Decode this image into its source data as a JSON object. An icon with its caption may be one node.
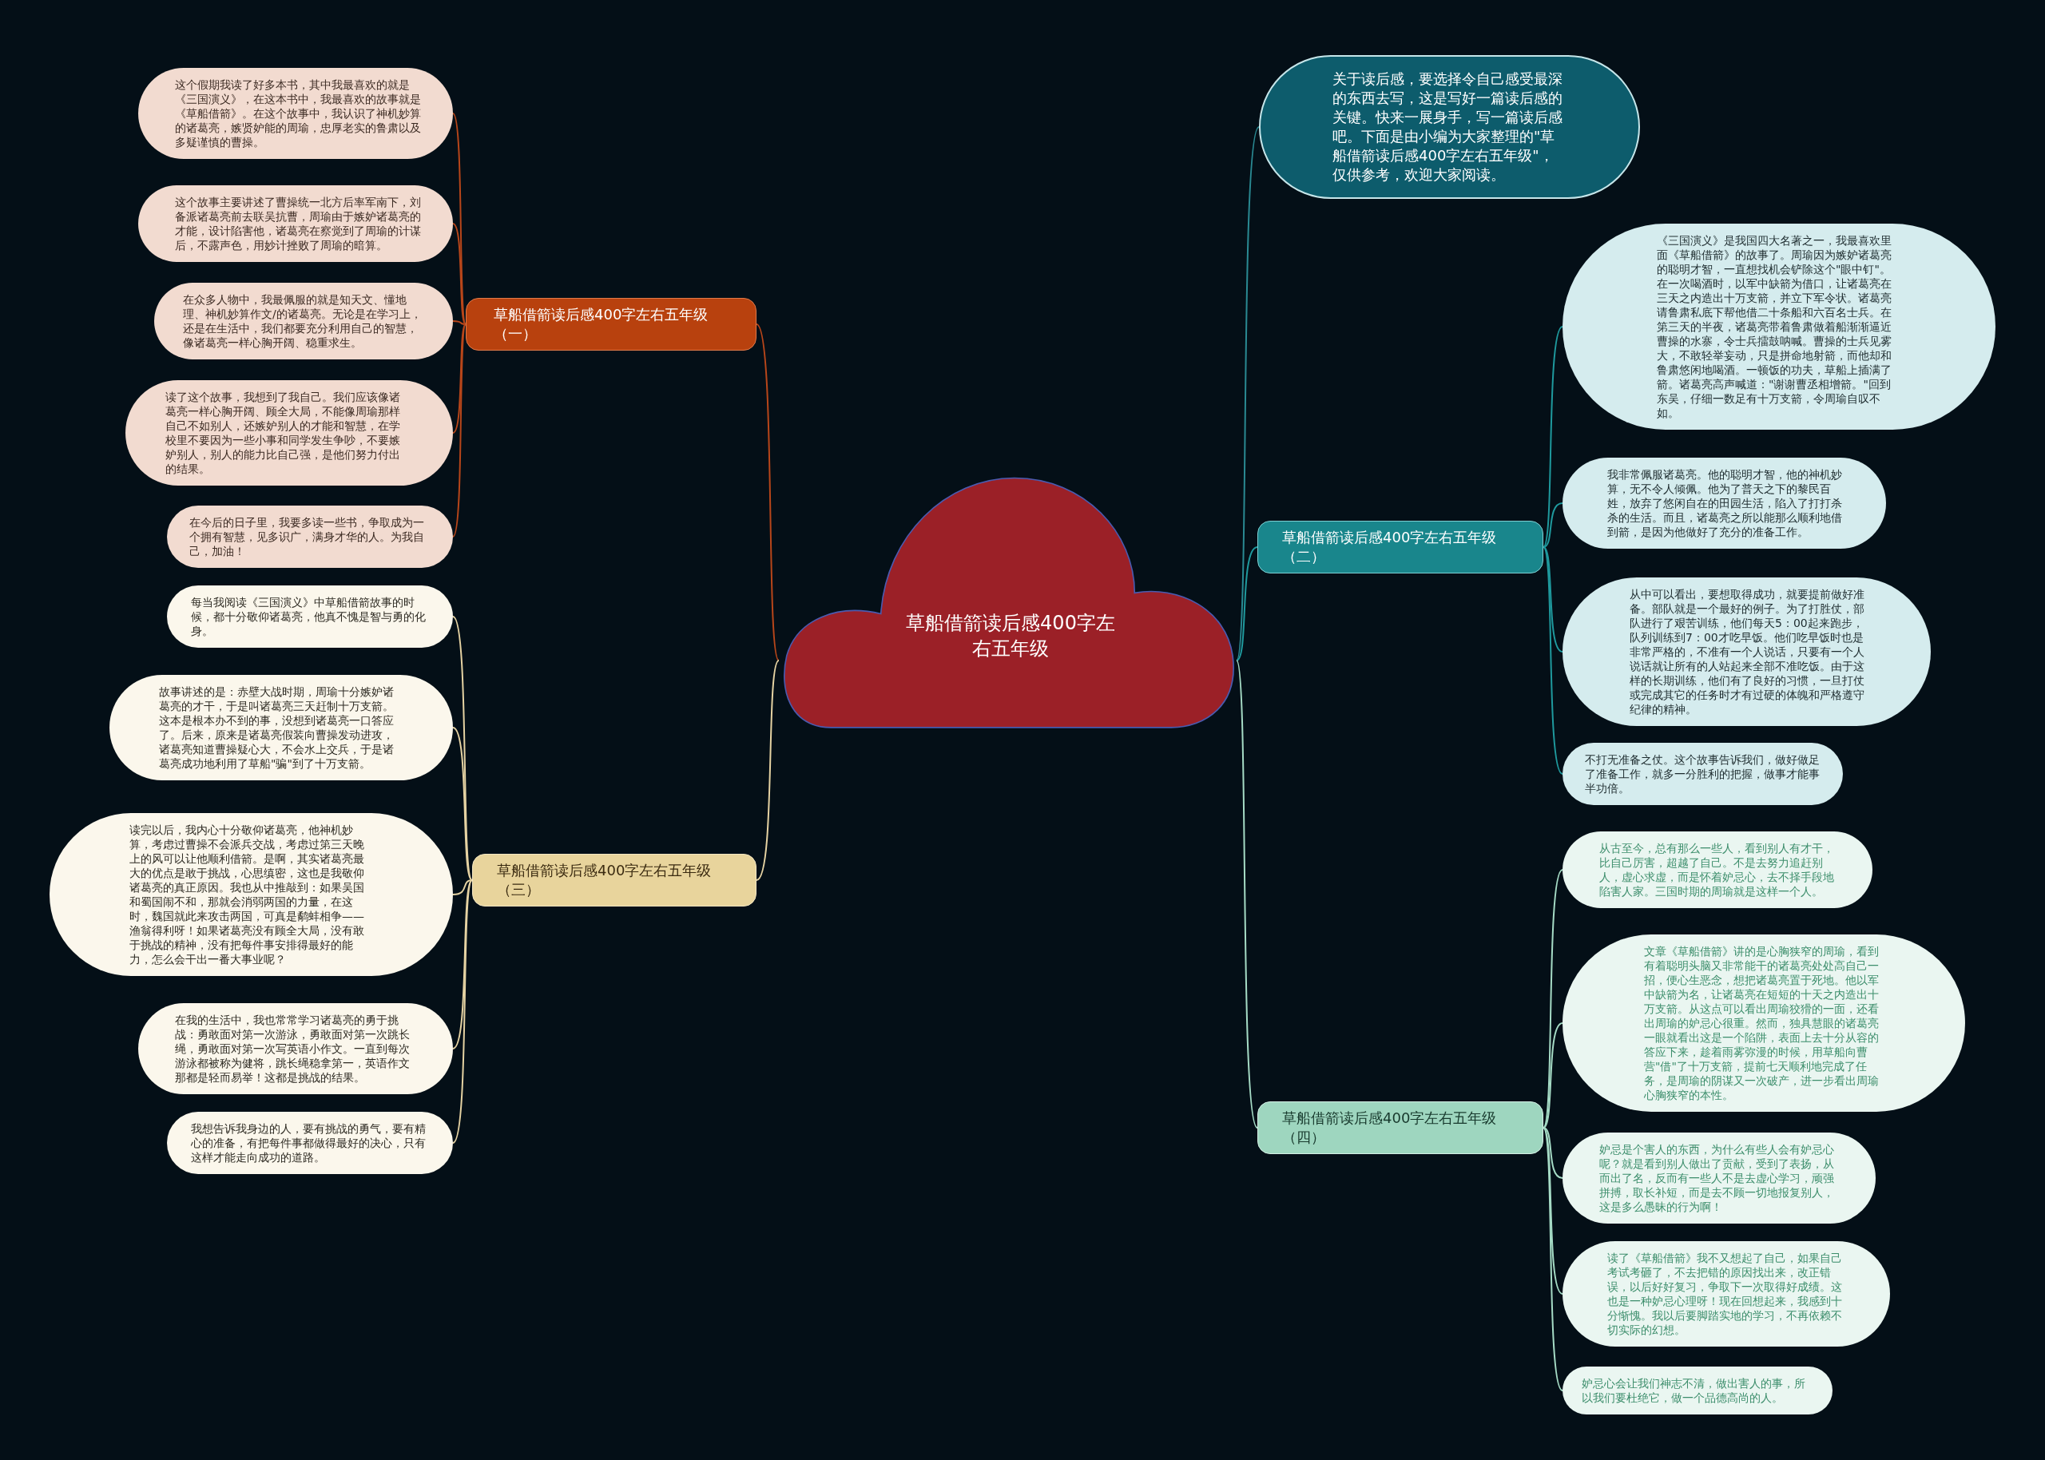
{
  "diagram": {
    "nodes": [
      {
        "text": [
          "草船借箭读后感400字左右五年级"
        ]
      },
      {
        "text": [
          "草船借箭读后感400字左右五年级（一）"
        ]
      },
      {
        "text": [
          "这个假期我读了好多本书，其中我最喜欢的就是《三国演义》，在这本书中，我最喜欢的故事就是《草船借箭》。在这个故事中，我认识了神机妙算的诸葛亮，嫉贤妒能的周瑜，忠厚老实的鲁肃以及多疑谨慎的曹操。"
        ]
      },
      {
        "text": [
          "这个故事主要讲述了曹操统一北方后率军南下，刘备派诸葛亮前去联吴抗曹，周瑜由于嫉妒诸葛亮的才能，设计陷害他，诸葛亮在察觉到了周瑜的计谋后，不露声色，用妙计挫败了周瑜的暗算。"
        ]
      },
      {
        "text": [
          "在众多人物中，我最佩服的就是知天文、懂地理、神机妙算作文/的诸葛亮。无论是在学习上，还是在生活中，我们都要充分利用自己的智慧，像诸葛亮一样心胸开阔、稳重求生。"
        ]
      },
      {
        "text": [
          "读了这个故事，我想到了我自己。我们应该像诸葛亮一样心胸开阔、顾全大局，不能像周瑜那样自己不如别人，还嫉妒别人的才能和智慧，在学校里不要因为一些小事和同学发生争吵，不要嫉妒别人，别人的能力比自己强，是他们努力付出的结果。"
        ]
      },
      {
        "text": [
          "在今后的日子里，我要多读一些书，争取成为一个拥有智慧，见多识广，满身才华的人。为我自己，加油！"
        ]
      },
      {
        "text": [
          "草船借箭读后感400字左右五年级（三）"
        ]
      },
      {
        "text": [
          "每当我阅读《三国演义》中草船借箭故事的时候，都十分敬仰诸葛亮，他真不愧是智与勇的化身。"
        ]
      },
      {
        "text": [
          "故事讲述的是：赤壁大战时期，周瑜十分嫉妒诸葛亮的才干，于是叫诸葛亮三天赶制十万支箭。这本是根本办不到的事，没想到诸葛亮一口答应了。后来，原来是诸葛亮假装向曹操发动进攻，诸葛亮知道曹操疑心大，不会水上交兵，于是诸葛亮成功地利用了草船\"骗\"到了十万支箭。"
        ]
      },
      {
        "text": [
          "读完以后，我内心十分敬仰诸葛亮，他神机妙算，考虑过曹操不会派兵交战，考虑过第三天晚上的风可以让他顺利借箭。是啊，其实诸葛亮最大的优点是敢于挑战，心思缜密，这也是我敬仰诸葛亮的真正原因。我也从中推敲到：如果吴国和蜀国闹不和，那就会消弱两国的力量，在这时，魏国就此来攻击两国，可真是鹬蚌相争——渔翁得利呀！如果诸葛亮没有顾全大局，没有敢于挑战的精神，没有把每件事安排得最好的能力，怎么会干出一番大事业呢？"
        ]
      },
      {
        "text": [
          "在我的生活中，我也常常学习诸葛亮的勇于挑战：勇敢面对第一次游泳，勇敢面对第一次跳长绳，勇敢面对第一次写英语小作文。一直到每次游泳都被称为健将，跳长绳稳拿第一，英语作文那都是轻而易举！这都是挑战的结果。"
        ]
      },
      {
        "text": [
          "我想告诉我身边的人，要有挑战的勇气，要有精心的准备，有把每件事都做得最好的决心，只有这样才能走向成功的道路。"
        ]
      },
      {
        "text": [
          "关于读后感，要选择令自己感受最深的东西去写，这是写好一篇读后感的关键。快来一展身手，写一篇读后感吧。下面是由小编为大家整理的\"草船借箭读后感400字左右五年级\"，仅供参考，欢迎大家阅读。"
        ]
      },
      {
        "text": [
          "草船借箭读后感400字左右五年级（二）"
        ]
      },
      {
        "text": [
          "《三国演义》是我国四大名著之一，我最喜欢里面《草船借箭》的故事了。周瑜因为嫉妒诸葛亮的聪明才智，一直想找机会铲除这个\"眼中钉\"。在一次喝酒时，以军中缺箭为借口，让诸葛亮在三天之内造出十万支箭，并立下军令状。诸葛亮请鲁肃私底下帮他借二十条船和六百名士兵。在第三天的半夜，诸葛亮带着鲁肃做着船渐渐逼近曹操的水寨，令士兵擂鼓呐喊。曹操的士兵见雾大，不敢轻举妄动，只是拼命地射箭，而他却和鲁肃悠闲地喝酒。一顿饭的功夫，草船上插满了箭。诸葛亮高声喊道：\"谢谢曹丞相增箭。\"回到东吴，仔细一数足有十万支箭，令周瑜自叹不如。"
        ]
      },
      {
        "text": [
          "我非常佩服诸葛亮。他的聪明才智，他的神机妙算，无不令人倾佩。他为了普天之下的黎民百姓，放弃了悠闲自在的田园生活，陷入了打打杀杀的生活。而且，诸葛亮之所以能那么顺利地借到箭，是因为他做好了充分的准备工作。"
        ]
      },
      {
        "text": [
          "从中可以看出，要想取得成功，就要提前做好准备。部队就是一个最好的例子。为了打胜仗，部队进行了艰苦训练，他们每天5：00起来跑步，队列训练到7：00才吃早饭。他们吃早饭时也是非常严格的，不准有一个人说话，只要有一个人说话就让所有的人站起来全部不准吃饭。由于这样的长期训练，他们有了良好的习惯，一旦打仗或完成其它的任务时才有过硬的体魄和严格遵守纪律的精神。"
        ]
      },
      {
        "text": [
          "不打无准备之仗。这个故事告诉我们，做好做足了准备工作，就多一分胜利的把握，做事才能事半功倍。"
        ]
      },
      {
        "text": [
          "草船借箭读后感400字左右五年级（四）"
        ]
      },
      {
        "text": [
          "从古至今，总有那么一些人，看到别人有才干，比自己厉害，超越了自己。不是去努力追赶别人，虚心求虚，而是怀着妒忌心，去不择手段地陷害人家。三国时期的周瑜就是这样一个人。"
        ]
      },
      {
        "text": [
          "文章《草船借箭》讲的是心胸狭窄的周瑜，看到有着聪明头脑又非常能干的诸葛亮处处高自己一招，便心生恶念，想把诸葛亮置于死地。他以军中缺箭为名，让诸葛亮在短短的十天之内造出十万支箭。从这点可以看出周瑜狡猾的一面，还看出周瑜的妒忌心很重。然而，独具慧眼的诸葛亮一眼就看出这是一个陷阱，表面上去十分从容的答应下来，趁着雨雾弥漫的时候，用草船向曹营\"借\"了十万支箭，提前七天顺利地完成了任务，是周瑜的阴谋又一次破产，进一步看出周瑜心胸狭窄的本性。"
        ]
      },
      {
        "text": [
          "妒忌是个害人的东西，为什么有些人会有妒忌心呢？就是看到别人做出了贡献，受到了表扬，从而出了名，反而有一些人不是去虚心学习，顽强拼搏，取长补短，而是去不顾一切地报复别人，这是多么愚昧的行为啊！"
        ]
      },
      {
        "text": [
          "读了《草船借箭》我不又想起了自己，如果自己考试考砸了，不去把错的原因找出来，改正错误，以后好好复习，争取下一次取得好成绩。这也是一种妒忌心理呀！现在回想起来，我感到十分惭愧。我以后要脚踏实地的学习，不再依赖不切实际的幻想。"
        ]
      },
      {
        "text": [
          "妒忌心会让我们神志不清，做出害人的事，所以我们要杜绝它，做一个品德高尚的人。"
        ]
      }
    ],
    "edges": [
      {
        "from": 0,
        "to": 1,
        "arrow": "none",
        "color": "#b8461a"
      },
      {
        "from": 1,
        "to": 2,
        "arrow": "none",
        "color": "#b8461a"
      },
      {
        "from": 1,
        "to": 3,
        "arrow": "none",
        "color": "#b8461a"
      },
      {
        "from": 1,
        "to": 4,
        "arrow": "none",
        "color": "#b8461a"
      },
      {
        "from": 1,
        "to": 5,
        "arrow": "none",
        "color": "#b8461a"
      },
      {
        "from": 1,
        "to": 6,
        "arrow": "none",
        "color": "#b8461a"
      },
      {
        "from": 0,
        "to": 7,
        "arrow": "none",
        "color": "#e6d3a3"
      },
      {
        "from": 7,
        "to": 8,
        "arrow": "none",
        "color": "#e6d3a3"
      },
      {
        "from": 7,
        "to": 9,
        "arrow": "none",
        "color": "#e6d3a3"
      },
      {
        "from": 7,
        "to": 10,
        "arrow": "none",
        "color": "#e6d3a3"
      },
      {
        "from": 7,
        "to": 11,
        "arrow": "none",
        "color": "#e6d3a3"
      },
      {
        "from": 7,
        "to": 12,
        "arrow": "none",
        "color": "#e6d3a3"
      },
      {
        "from": 0,
        "to": 13,
        "arrow": "none",
        "color": "#2a8a93"
      },
      {
        "from": 0,
        "to": 14,
        "arrow": "none",
        "color": "#1f9a9e"
      },
      {
        "from": 14,
        "to": 15,
        "arrow": "none",
        "color": "#1f9a9e"
      },
      {
        "from": 14,
        "to": 16,
        "arrow": "none",
        "color": "#1f9a9e"
      },
      {
        "from": 14,
        "to": 17,
        "arrow": "none",
        "color": "#1f9a9e"
      },
      {
        "from": 14,
        "to": 18,
        "arrow": "none",
        "color": "#1f9a9e"
      },
      {
        "from": 0,
        "to": 19,
        "arrow": "none",
        "color": "#a6dcc6"
      },
      {
        "from": 19,
        "to": 20,
        "arrow": "none",
        "color": "#a6dcc6"
      },
      {
        "from": 19,
        "to": 21,
        "arrow": "none",
        "color": "#a6dcc6"
      },
      {
        "from": 19,
        "to": 22,
        "arrow": "none",
        "color": "#a6dcc6"
      },
      {
        "from": 19,
        "to": 23,
        "arrow": "none",
        "color": "#a6dcc6"
      },
      {
        "from": 19,
        "to": 24,
        "arrow": "none",
        "color": "#a6dcc6"
      }
    ]
  }
}
